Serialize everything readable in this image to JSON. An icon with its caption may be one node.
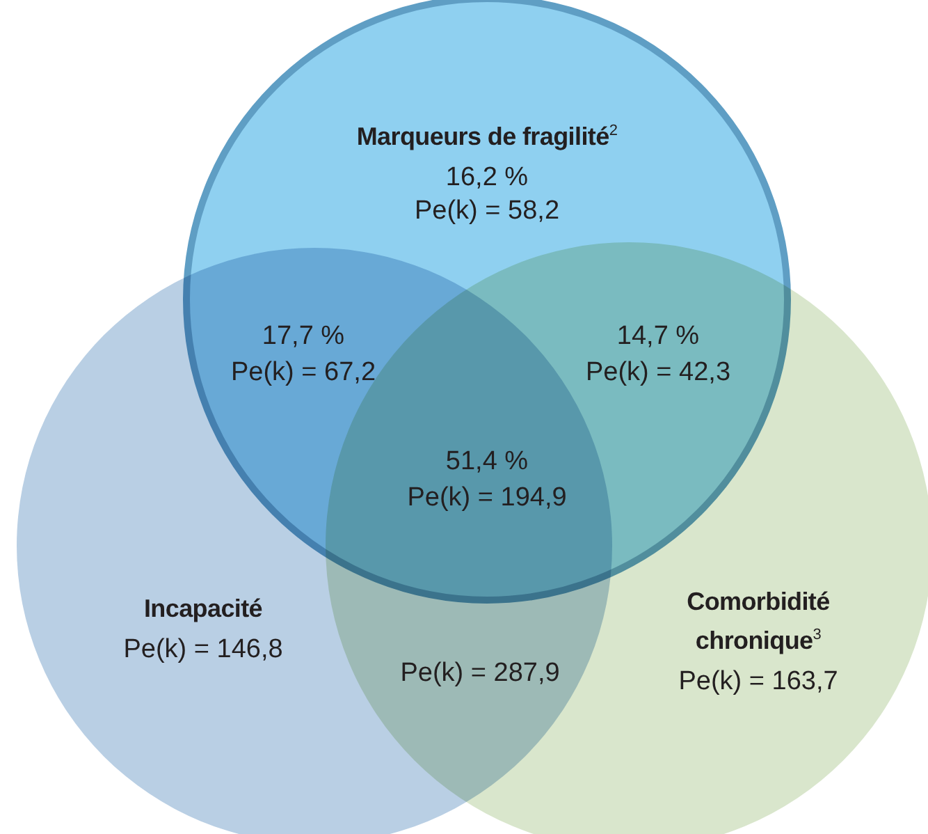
{
  "diagram": {
    "nodes": [
      {
        "text": [
          "Marqueurs de fragilité$^{2}$",
          "16,2 %",
          "Pe(k) = 58,2"
        ]
      },
      {
        "text": [
          "Incapacité",
          "Pe(k) = 146,8"
        ]
      },
      {
        "text": [
          "Comorbidité chronique$^{3}$",
          "Pe(k) = 163,7"
        ]
      }
    ],
    "labels": [
      "17,7 %",
      "Pe(k) = 67,2",
      "14,7 %",
      "Pe(k) = 42,3",
      "51,4 %",
      "Pe(k) = 194,9",
      "Pe(k) = 287,9"
    ]
  }
}
